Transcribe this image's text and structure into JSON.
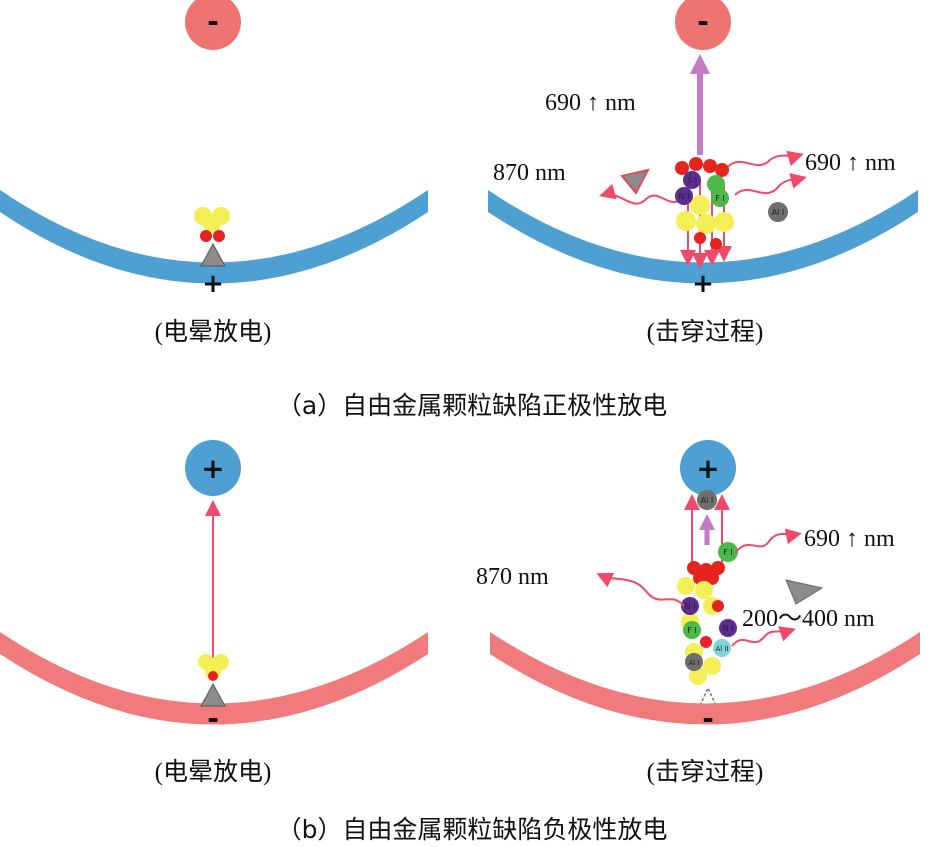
{
  "colors": {
    "blue_electrode": "#4ea0d2",
    "pink_electrode": "#f07a7c",
    "negative_ball": "#ee7472",
    "positive_ball": "#4ea0d2",
    "particle": "#8c8c8c",
    "arrow_red": "#f04a6a",
    "arrow_purple": "#c27bc4",
    "charge_yellow": "#f4ef55",
    "charge_red": "#e52420",
    "ion_green": "#4cb848",
    "ion_purple": "#5b2d90",
    "ion_gray": "#6e6e6e",
    "ion_cyan": "#7fd4d8"
  },
  "panel_a": {
    "left": {
      "top_sign": "-",
      "bottom_sign": "+",
      "caption": "(电晕放电)"
    },
    "right": {
      "top_sign": "-",
      "bottom_sign": "+",
      "caption": "(击穿过程)",
      "label_690_top": "690 ↑ nm",
      "label_870": "870 nm",
      "label_690_right": "690 ↑ nm",
      "ion_n": "N I",
      "ion_f": "F I",
      "ion_s": "S I",
      "ion_al": "Al I"
    },
    "title": "（a）自由金属颗粒缺陷正极性放电"
  },
  "panel_b": {
    "left": {
      "top_sign": "+",
      "bottom_sign": "-",
      "caption": "(电晕放电)"
    },
    "right": {
      "top_sign": "+",
      "bottom_sign": "-",
      "caption": "(击穿过程)",
      "label_870": "870 nm",
      "label_690": "690 ↑ nm",
      "label_uv": "200～400 nm",
      "ion_al_top": "Al I",
      "ion_f_top": "F I",
      "ion_n1": "N I",
      "ion_f2": "F I",
      "ion_n2": "N I",
      "ion_al2": "Al II",
      "ion_al3": "Al I"
    },
    "title": "（b）自由金属颗粒缺陷负极性放电"
  }
}
